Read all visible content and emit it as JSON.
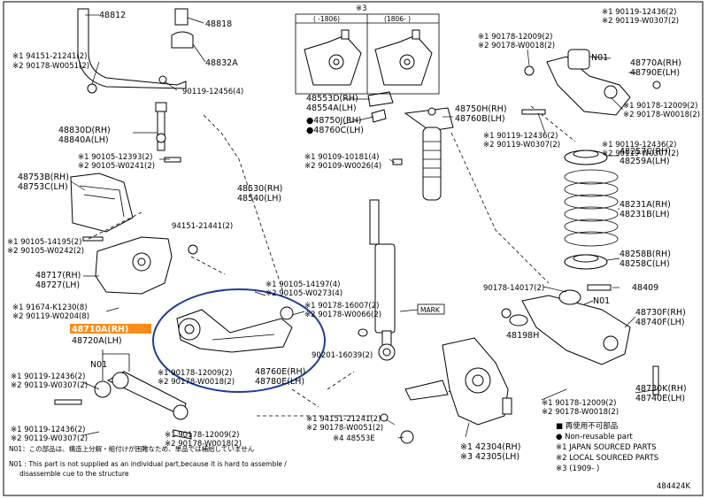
{
  "labels": {
    "p48812": "48812",
    "p48818": "48818",
    "p48832a": "48832A",
    "p194151_a": "※1 94151-21241(2)",
    "p290178_w0051_a": "※2 90178-W0051(2)",
    "p90119_12456_4": "90119-12456(4)",
    "p48830d": "48830D(RH)",
    "p48840a": "48840A(LH)",
    "p190105_12393": "※1 90105-12393(2)",
    "p290105_w0241": "※2 90105-W0241(2)",
    "p48753b": "48753B(RH)",
    "p48753c": "48753C(LH)",
    "p94151_21441": "94151-21441(2)",
    "p190105_14195": "※1 90105-14195(2)",
    "p290105_w0242": "※2 90105-W0242(2)",
    "p48717": "48717(RH)",
    "p48727": "48727(LH)",
    "p191674": "※1 91674-K1230(8)",
    "p290119_w0204": "※2 90119-W0204(8)",
    "p48710a": "48710A(RH)",
    "p48720a": "48720A(LH)",
    "n01_left": "N01",
    "p190119_12436_l": "※1 90119-12436(2)",
    "p290119_w0307_l": "※2 90119-W0307(2)",
    "p190119_12436_l2": "※1 90119-12436(2)",
    "p290119_w0307_l2": "※2 90119-W0307(2)",
    "p190105_14197": "※1 90105-14197(4)",
    "p290105_w0273": "※2 90105-W0273(4)",
    "p190178_16007": "※1 90178-16007(2)",
    "p290178_w0066": "※2 90178-W0066(2)",
    "p190178_12009_c": "※1 90178-12009(2)",
    "p290178_w0018_c": "※2 90178-W0018(2)",
    "p48760e": "48760E(RH)",
    "p48780e": "48780E(LH)",
    "p190178_12009_d": "※1 90178-12009(2)",
    "p290178_w0018_d": "※2 90178-W0018(2)",
    "p48530": "48530(RH)",
    "p48540": "48540(LH)",
    "p48553d": "48553D(RH)",
    "p48554a": "48554A(LH)",
    "p48750j": "●48750J(RH)",
    "p48760c": "●48760C(LH)",
    "p190109_10181": "※1 90109-10181(4)",
    "p290109_w0026": "※2 90109-W0026(4)",
    "p48750h": "48750H(RH)",
    "p48760b": "48760B(LH)",
    "p190119_12436_m": "※1 90119-12436(2)",
    "p290119_w0307_m": "※2 90119-W0307(2)",
    "mark": "MARK",
    "p90201_16039": "90201-16039(2)",
    "p194151_b": "※1 94151-21241(2)",
    "p290178_w0051_b": "※2 90178-W0051(2)",
    "p448553e": "※4 48553E",
    "p142304": "※1 42304(RH)",
    "p342305": "※3 42305(LH)",
    "star3": "※3",
    "box_left_hdr": "( -1806)",
    "box_right_hdr": "(1806- )",
    "p190119_12436_r": "※1 90119-12436(2)",
    "p290119_w0307_r": "※2 90119-W0307(2)",
    "p190178_12009_r": "※1 90178-12009(2)",
    "p290178_w0018_r": "※2 90178-W0018(2)",
    "n01_right_top": "N01",
    "p48770a": "48770A(RH)",
    "p48790e": "48790E(LH)",
    "p190178_12009_r2": "※1 90178-12009(2)",
    "p290178_w0018_r2": "※2 90178-W0018(2)",
    "p190119_12436_r2": "※1 90119-12436(2)",
    "p290119_w0307_r2": "※2 90119-W0307(2)",
    "p48257c": "48257C(RH)",
    "p48259a": "48259A(LH)",
    "p48231a": "48231A(RH)",
    "p48231b": "48231B(LH)",
    "p48258b": "48258B(RH)",
    "p48258c": "48258C(LH)",
    "p90178_14017": "90178-14017(2)",
    "p48409": "48409",
    "n01_right_bot": "N01",
    "p48198h": "48198H",
    "p48730f": "48730F(RH)",
    "p48740f": "48740F(LH)",
    "p48730k": "48730K(RH)",
    "p48740e": "48740E(LH)",
    "p190178_12009_r3": "※1 90178-12009(2)",
    "p290178_w0018_r3": "※2 90178-W0018(2)"
  },
  "legend": {
    "item1": "■ 再使用不可部品",
    "item2": "● Non-reusable part",
    "item3": "※1 JAPAN SOURCED PARTS",
    "item4": "※2 LOCAL SOURCED PARTS",
    "item5": "※3 (1909- )"
  },
  "notes": {
    "note_jp": "N01：この部品は、構造上分解・組付けが困難なため、単品では補給していません",
    "note_en1": "N01 : This part is not supplied as an individual part,because it is hard to assemble /",
    "note_en2": "disassemble cue to the structure"
  },
  "diagram_id": "484424K",
  "colors": {
    "highlight": "#ff8c1a",
    "circle": "#1f3c99"
  }
}
